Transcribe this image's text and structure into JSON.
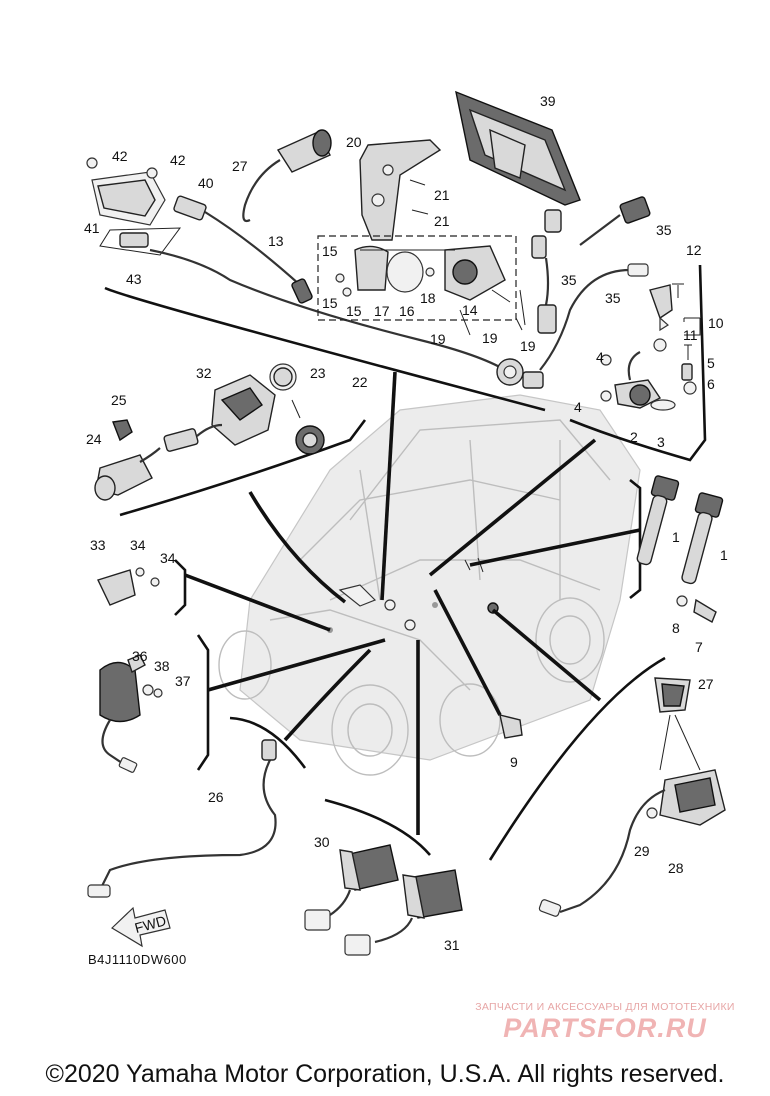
{
  "diagram": {
    "callouts": [
      "1",
      "1",
      "2",
      "3",
      "4",
      "4",
      "5",
      "6",
      "7",
      "8",
      "9",
      "10",
      "11",
      "12",
      "13",
      "14",
      "15",
      "15",
      "15",
      "16",
      "17",
      "18",
      "19",
      "19",
      "19",
      "20",
      "21",
      "21",
      "22",
      "23",
      "24",
      "25",
      "26",
      "27",
      "27",
      "28",
      "29",
      "30",
      "31",
      "32",
      "33",
      "34",
      "34",
      "35",
      "35",
      "35",
      "36",
      "37",
      "38",
      "39",
      "40",
      "41",
      "42",
      "42",
      "43"
    ],
    "fwd_arrow_label": "FWD",
    "drawing_code": "B4J1110DW600"
  },
  "watermark": {
    "tagline": "ЗАПЧАСТИ И АКСЕССУАРЫ ДЛЯ МОТОТЕХНИКИ",
    "logo": "PARTSFOR.RU"
  },
  "copyright": "©2020 Yamaha Motor Corporation, U.S.A. All rights reserved.",
  "colors": {
    "ink": "#111111",
    "watermark": "#f0b4b4",
    "background": "#ffffff"
  }
}
